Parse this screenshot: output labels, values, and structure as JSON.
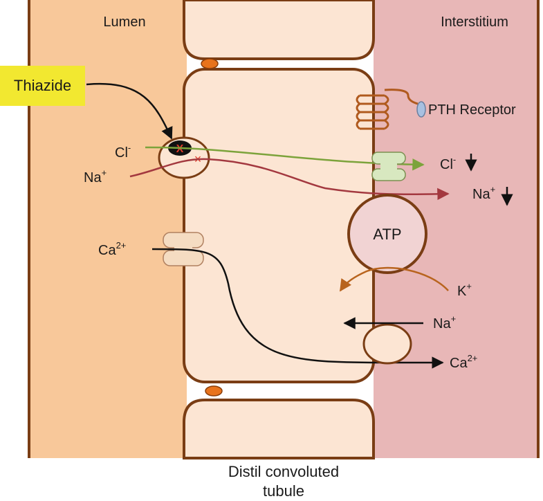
{
  "regions": {
    "lumen": "Lumen",
    "interstitium": "Interstitium"
  },
  "drug": {
    "name": "Thiazide"
  },
  "receptor": {
    "label": "PTH Receptor"
  },
  "pump": {
    "label": "ATP"
  },
  "blocked_marker": "X",
  "cross_marker": "×",
  "ions": {
    "cl_lumen": {
      "symbol": "Cl",
      "charge": "-"
    },
    "na_lumen": {
      "symbol": "Na",
      "charge": "+"
    },
    "ca_lumen": {
      "symbol": "Ca",
      "charge": "2+"
    },
    "cl_inter": {
      "symbol": "Cl",
      "charge": "-"
    },
    "na_inter": {
      "symbol": "Na",
      "charge": "+"
    },
    "k_inter": {
      "symbol": "K",
      "charge": "+"
    },
    "na_exchanger": {
      "symbol": "Na",
      "charge": "+"
    },
    "ca_inter": {
      "symbol": "Ca",
      "charge": "2+"
    }
  },
  "caption": {
    "line1": "Distil convoluted",
    "line2": "tubule"
  },
  "colors": {
    "lumen_fill": "#f8c89a",
    "interstitium_fill": "#e8b7b7",
    "cell_fill": "#fce5d3",
    "membrane": "#7a3d14",
    "junction": "#e8731c",
    "thiazide_bg": "#f2e830",
    "cl_path": "#7ca33b",
    "na_path": "#a3383f",
    "k_path": "#b8641e",
    "channel_fill": "#d8e8c0",
    "ca_channel_fill": "#f5dcc2",
    "pump_fill": "#f1d3d3",
    "receptor_stripe": "#b05a1e",
    "receptor_ligand": "#a8c0e0",
    "cross_red": "#e03a2a"
  }
}
